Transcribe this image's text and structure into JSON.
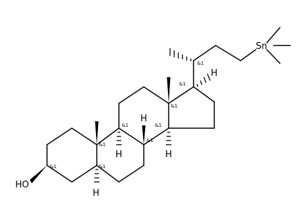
{
  "structure": {
    "atom_labels": {
      "hydroxyl": "HO",
      "tin": "Sn",
      "h_c17": "H",
      "h_c14": "H",
      "h_c9": "H",
      "h_c8": "H",
      "h_c5": "H"
    },
    "stereo_descriptor": "&1",
    "stereo_centers": [
      "c20",
      "c17",
      "c13",
      "c14",
      "c8",
      "c9",
      "c10",
      "c5",
      "c3"
    ]
  }
}
